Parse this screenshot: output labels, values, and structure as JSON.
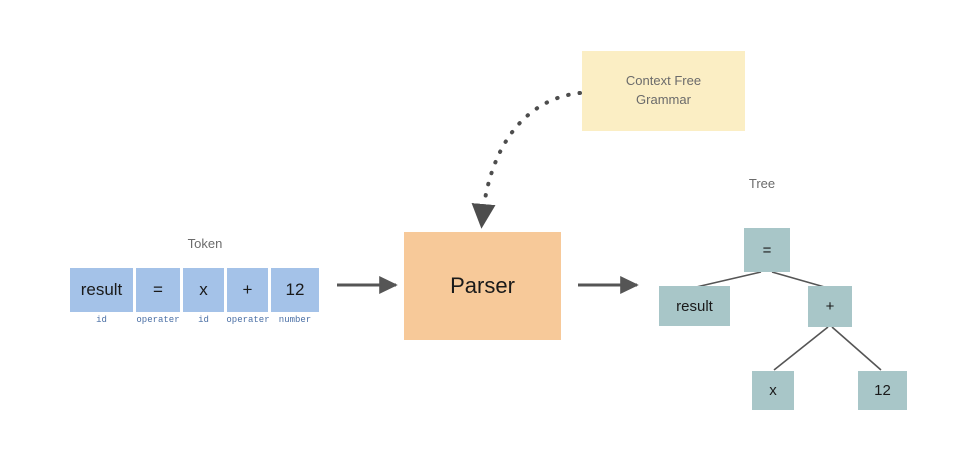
{
  "diagram": {
    "title_hidden": "",
    "token_section": {
      "caption": "Token",
      "tokens": [
        {
          "value": "result",
          "type": "id"
        },
        {
          "value": "=",
          "type": "operater"
        },
        {
          "value": "x",
          "type": "id"
        },
        {
          "value": "+",
          "type": "operater"
        },
        {
          "value": "12",
          "type": "number"
        }
      ],
      "box_color": "#a4c2e8",
      "sub_label_color": "#4a6fa5"
    },
    "parser": {
      "label": "Parser",
      "color": "#f7c999"
    },
    "grammar": {
      "line1": "Context Free",
      "line2": "Grammar",
      "color": "#fbeec4"
    },
    "tree_section": {
      "caption": "Tree",
      "node_color": "#a8c6c8",
      "nodes": [
        {
          "id": "root",
          "label": "="
        },
        {
          "id": "left",
          "label": "result"
        },
        {
          "id": "right",
          "label": "+"
        },
        {
          "id": "rleft",
          "label": "x"
        },
        {
          "id": "rright",
          "label": "12"
        }
      ],
      "edges": [
        {
          "from": "root",
          "to": "left"
        },
        {
          "from": "root",
          "to": "right"
        },
        {
          "from": "right",
          "to": "rleft"
        },
        {
          "from": "right",
          "to": "rright"
        }
      ]
    },
    "connectors": [
      {
        "name": "token-to-parser",
        "style": "solid-arrow",
        "color": "#555555"
      },
      {
        "name": "parser-to-tree",
        "style": "solid-arrow",
        "color": "#555555"
      },
      {
        "name": "grammar-to-parser",
        "style": "dotted-curved-arrow",
        "color": "#4d4d4d"
      }
    ]
  }
}
